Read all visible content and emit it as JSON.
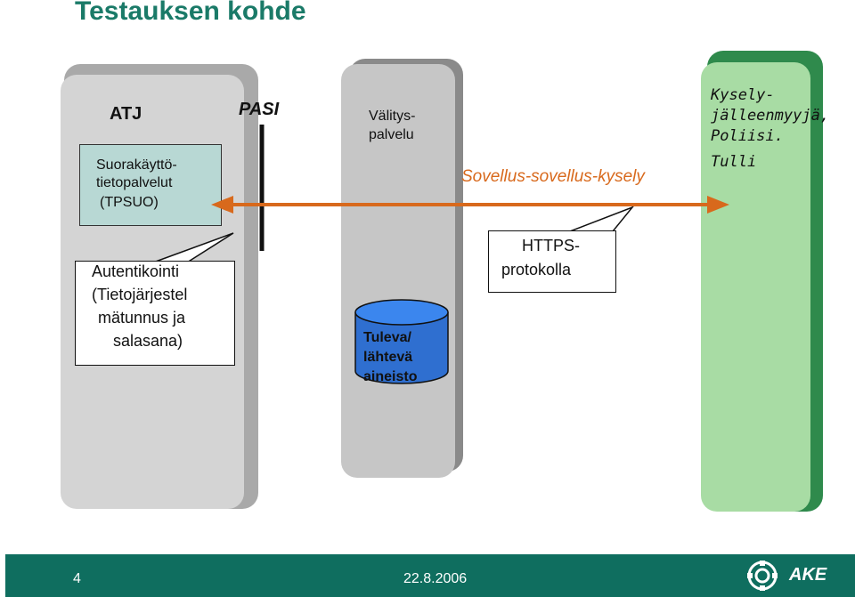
{
  "title": "Testauksen kohde",
  "atj": {
    "label": "ATJ",
    "tpsuo": [
      "Suorakäyttö-",
      "tietopalvelut",
      "(TPSUO)"
    ],
    "auth": [
      "Autentikointi",
      "(Tietojärjestel",
      "mätunnus ja",
      "salasana)"
    ]
  },
  "pasi": {
    "label": "PASI"
  },
  "valitys": {
    "label": [
      "Välitys-",
      "palvelu"
    ],
    "db": [
      "Tuleva/",
      "lähtevä",
      "aineisto"
    ]
  },
  "arrow_label": "Sovellus-sovellus-kysely",
  "https": [
    "HTTPS-",
    "protokolla"
  ],
  "kysely": [
    "Kysely-",
    "jälleenmyyjä,",
    "Poliisi.",
    "Tulli"
  ],
  "footer": {
    "page_number": "4",
    "date": "22.8.2006",
    "logo": "AKE"
  },
  "colors": {
    "title": "#1a7a68",
    "atj_box": "#d0d0d0",
    "tpsuo_box": "#b8d8d4",
    "valitys_box": "#c6c6c6",
    "kysely_box": "#a8dca4",
    "arrow": "#d8691c",
    "footer": "#0f6e5f"
  }
}
